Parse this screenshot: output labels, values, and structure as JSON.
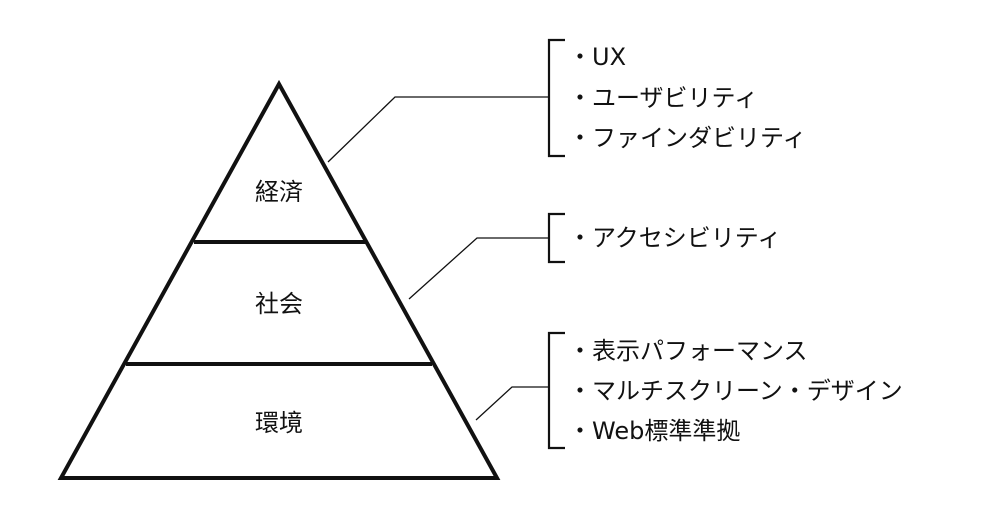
{
  "colors": {
    "stroke": "#111111",
    "background": "#ffffff"
  },
  "layers": [
    {
      "label": "経済",
      "items": [
        "・UX",
        "・ユーザビリティ",
        "・ファインダビリティ"
      ]
    },
    {
      "label": "社会",
      "items": [
        "・アクセシビリティ"
      ]
    },
    {
      "label": "環境",
      "items": [
        "・表示パフォーマンス",
        "・マルチスクリーン・デザイン",
        "・Web標準準拠"
      ]
    }
  ]
}
